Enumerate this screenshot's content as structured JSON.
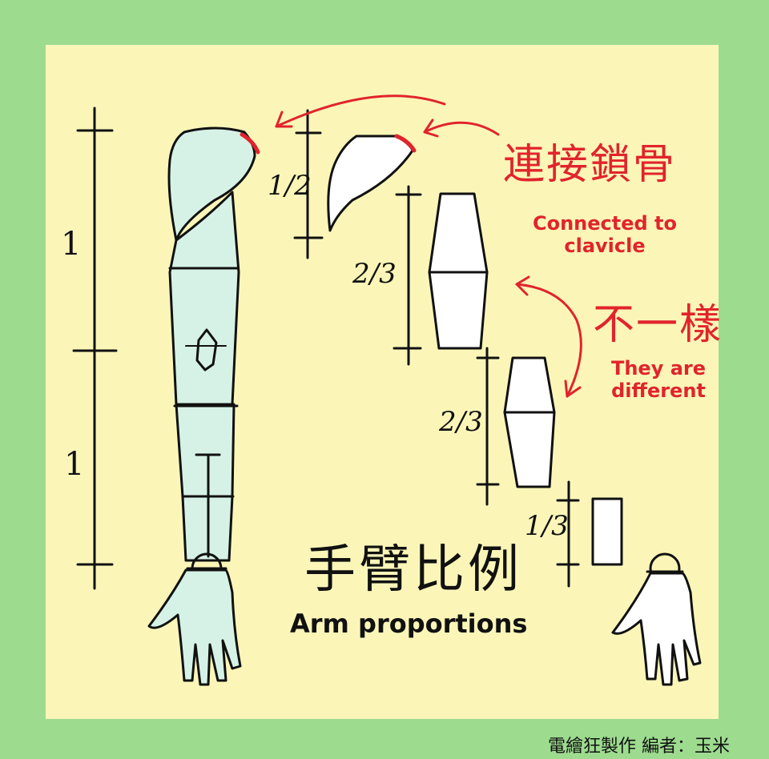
{
  "labels": {
    "connected_zh": "連接鎖骨",
    "connected_en_line1": "Connected to",
    "connected_en_line2": "clavicle",
    "different_zh": "不一樣",
    "different_en_line1": "They are",
    "different_en_line2": "different",
    "title_zh": "手臂比例",
    "title_en": "Arm proportions",
    "credit": "電繪狂製作 編者：玉米"
  },
  "proportions": {
    "upper_one": "1",
    "lower_one": "1",
    "shoulder_half": "1/2",
    "upper_arm_frac": "2/3",
    "forearm_frac": "2/3",
    "hand_third": "1/3"
  },
  "colors": {
    "background_green": "#9ddb8f",
    "panel_yellow": "#fbf6b8",
    "annotation_red": "#e1242c",
    "arm_fill": "#d6f2e6",
    "ink": "#111111"
  },
  "icons": {
    "arrow_to_clavicle": "curved-arrow",
    "arrow_different": "curved-double-arrow"
  }
}
